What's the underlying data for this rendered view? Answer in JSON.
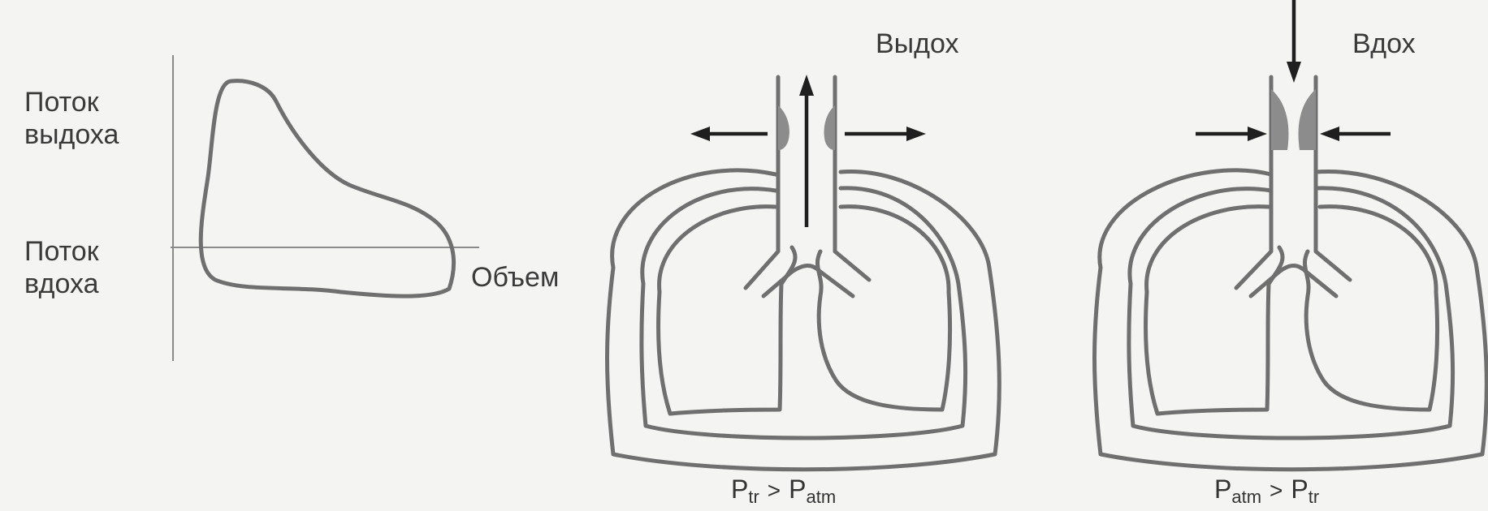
{
  "flow_volume": {
    "expiratory_flow": [
      "Поток",
      "выдоха"
    ],
    "inspiratory_flow": [
      "Поток",
      "вдоха"
    ],
    "volume_axis": "Объем"
  },
  "lungs": [
    {
      "title": "Выдох",
      "pressure": {
        "left": "P",
        "left_sub": "tr",
        "right": "P",
        "right_sub": "atm",
        "op": ">"
      }
    },
    {
      "title": "Вдох",
      "pressure": {
        "left": "P",
        "left_sub": "atm",
        "right": "P",
        "right_sub": "tr",
        "op": ">"
      }
    }
  ]
}
